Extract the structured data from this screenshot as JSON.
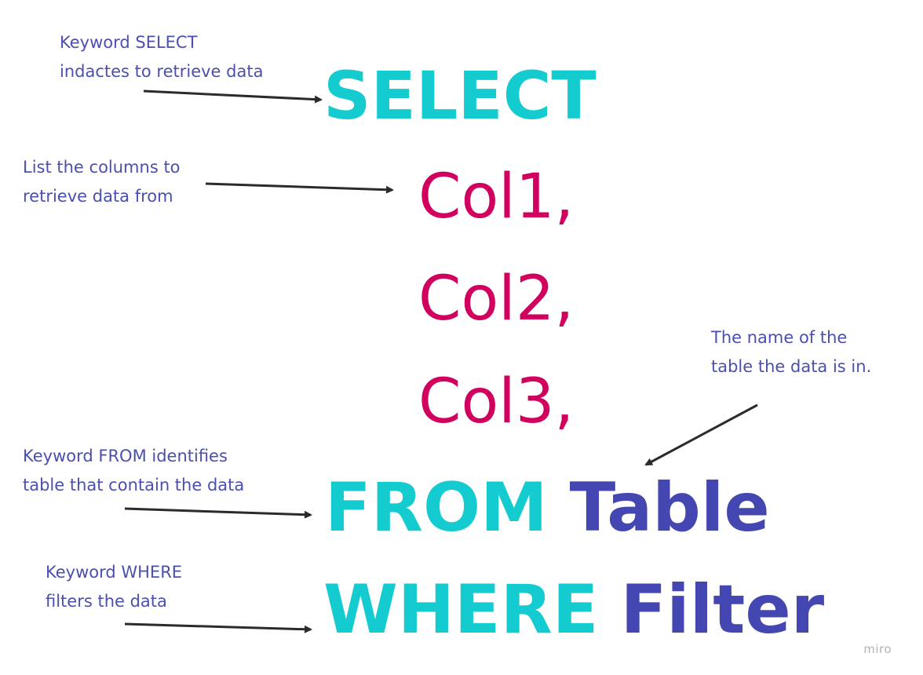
{
  "annotations": {
    "select": [
      "Keyword SELECT",
      "indactes to retrieve data"
    ],
    "columns": [
      "List the columns to",
      "retrieve data from"
    ],
    "table_name": [
      "The name of the",
      "table the data is in."
    ],
    "from": [
      "Keyword FROM identifies",
      "table that contain the data"
    ],
    "where": [
      "Keyword WHERE",
      "filters the data"
    ]
  },
  "query": {
    "select_keyword": "SELECT",
    "columns": [
      "Col1,",
      "Col2,",
      "Col3,"
    ],
    "from_keyword": "FROM",
    "table": "Table",
    "where_keyword": "WHERE",
    "filter": "Filter"
  },
  "watermark": "miro",
  "colors": {
    "annotation": "#4a4fb0",
    "keyword": "#14ccd0",
    "column": "#d1005f",
    "identifier": "#4447b1",
    "arrow": "#2b2b2b"
  }
}
